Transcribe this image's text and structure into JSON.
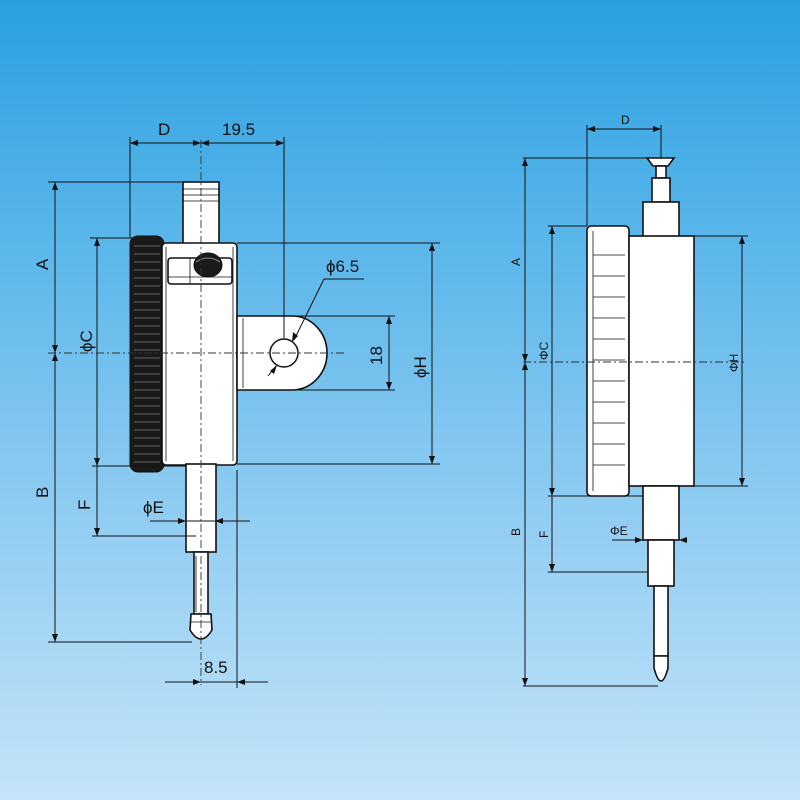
{
  "front_view": {
    "labels": {
      "D": "D",
      "dim_19_5": "19.5",
      "A": "A",
      "phi_C": "ϕC",
      "phi_6_5": "ϕ6.5",
      "dim_18": "18",
      "phi_H": "ϕH",
      "B": "B",
      "F": "F",
      "phi_E": "ϕE",
      "dim_8_5": "8.5"
    }
  },
  "side_view": {
    "labels": {
      "D": "D",
      "A": "A",
      "phi_C": "ΦC",
      "phi_H": "ΦH",
      "B": "B",
      "F": "F",
      "phi_E": "ΦE"
    }
  }
}
